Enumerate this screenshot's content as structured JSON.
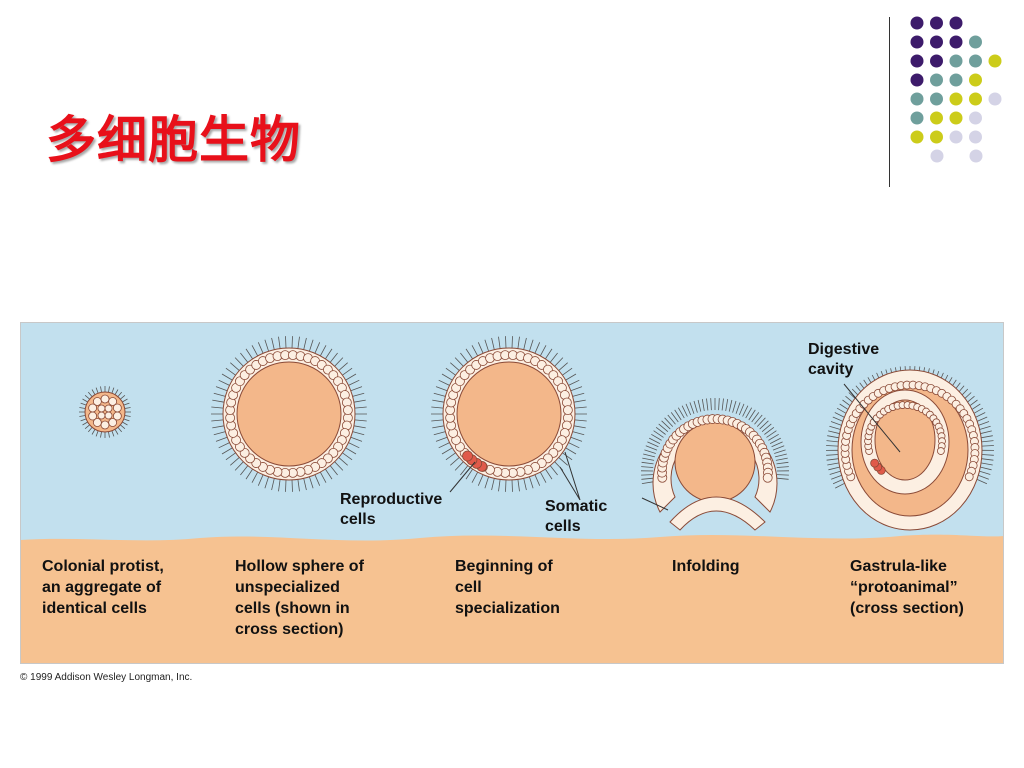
{
  "slide": {
    "title": "多细胞生物"
  },
  "decoration": {
    "dot_colors": {
      "purple": "#3d1b6b",
      "teal": "#6f9f9c",
      "yellow": "#cccc1a",
      "lavender": "#d4d3e6"
    }
  },
  "figure": {
    "colors": {
      "water": "#c2e0ee",
      "sand": "#f6c291",
      "cell_fill": "#f3b78a",
      "cell_edge": "#8a4a37",
      "cell_wall": "#fcefe2",
      "reproductive": "#e05a4a"
    },
    "stages": [
      {
        "label": "Colonial protist,\nan aggregate of\nidentical cells"
      },
      {
        "label": "Hollow sphere of\nunspecialized\ncells (shown in\ncross section)"
      },
      {
        "label": "Beginning of\ncell\nspecialization"
      },
      {
        "label": "Infolding"
      },
      {
        "label": "Gastrula-like\n“protoanimal”\n(cross section)"
      }
    ],
    "callouts": {
      "reproductive": "Reproductive\ncells",
      "somatic": "Somatic\ncells",
      "digestive": "Digestive\ncavity"
    },
    "copyright": "© 1999 Addison Wesley Longman, Inc."
  }
}
